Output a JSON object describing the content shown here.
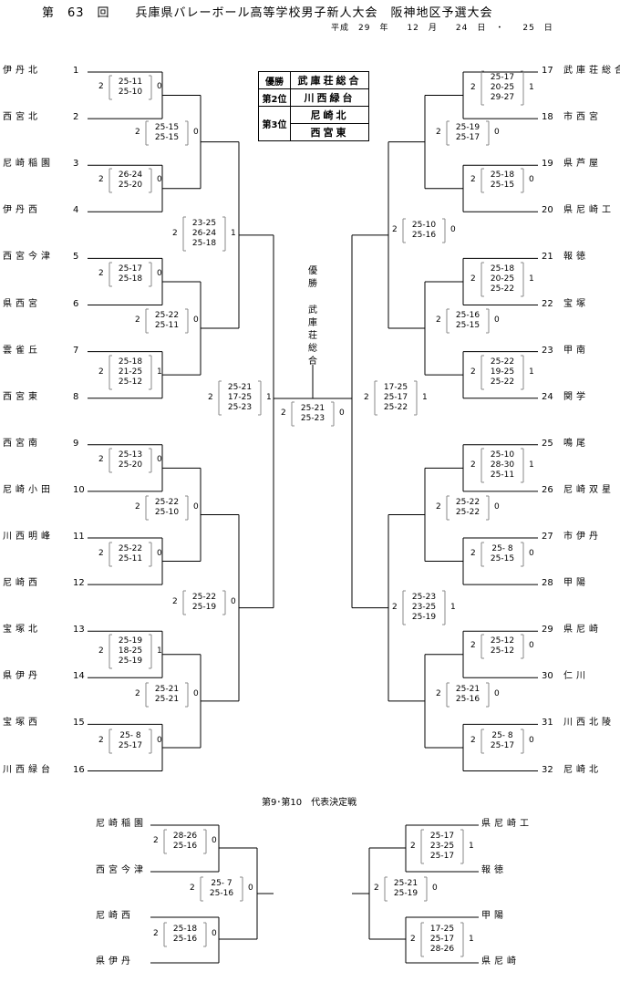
{
  "header": {
    "title": "第　63　回　　兵庫県バレーボール高等学校男子新人大会　阪神地区予選大会",
    "date": "平成　29　年　　12　月　　24　日　・　　25　日"
  },
  "results": {
    "first_label": "優勝",
    "first": "武庫荘総合",
    "second_label": "第2位",
    "second": "川西緑台",
    "third_label": "第3位",
    "third_a": "尼崎北",
    "third_b": "西宮東"
  },
  "champion_vertical": {
    "label": "優勝",
    "team": "武庫荘総合"
  },
  "left_teams": [
    "伊丹北",
    "西宮北",
    "尼崎稲園",
    "伊丹西",
    "西宮今津",
    "県西宮",
    "雲雀丘",
    "西宮東",
    "西宮南",
    "尼崎小田",
    "川西明峰",
    "尼崎西",
    "宝塚北",
    "県伊丹",
    "宝塚西",
    "川西緑台"
  ],
  "left_seeds": [
    "1",
    "2",
    "3",
    "4",
    "5",
    "6",
    "7",
    "8",
    "9",
    "10",
    "11",
    "12",
    "13",
    "14",
    "15",
    "16"
  ],
  "right_teams": [
    "武庫荘総合",
    "市西宮",
    "県芦屋",
    "県尼崎工",
    "報徳",
    "宝塚",
    "甲南",
    "関学",
    "鳴尾",
    "尼崎双星",
    "市伊丹",
    "甲陽",
    "県尼崎",
    "仁川",
    "川西北陵",
    "尼崎北"
  ],
  "right_seeds": [
    "17",
    "18",
    "19",
    "20",
    "21",
    "22",
    "23",
    "24",
    "25",
    "26",
    "27",
    "28",
    "29",
    "30",
    "31",
    "32"
  ],
  "matches": [
    {
      "l": "2",
      "sets": "25-11\n25-10",
      "r": "0"
    },
    {
      "l": "2",
      "sets": "25-15\n25-15",
      "r": "0"
    },
    {
      "l": "2",
      "sets": "26-24\n25-20",
      "r": "0"
    },
    {
      "l": "2",
      "sets": "23-25\n26-24\n25-18",
      "r": "1"
    },
    {
      "l": "2",
      "sets": "25-17\n25-18",
      "r": "0"
    },
    {
      "l": "2",
      "sets": "25-22\n25-11",
      "r": "0"
    },
    {
      "l": "2",
      "sets": "25-18\n21-25\n25-12",
      "r": "1"
    },
    {
      "l": "2",
      "sets": "25-21\n17-25\n25-23",
      "r": "1"
    },
    {
      "l": "2",
      "sets": "25-21\n25-23",
      "r": "0"
    },
    {
      "l": "2",
      "sets": "25-13\n25-20",
      "r": "0"
    },
    {
      "l": "2",
      "sets": "25-22\n25-10",
      "r": "0"
    },
    {
      "l": "2",
      "sets": "25-22\n25-11",
      "r": "0"
    },
    {
      "l": "2",
      "sets": "25-22\n25-19",
      "r": "0"
    },
    {
      "l": "2",
      "sets": "25-19\n18-25\n25-19",
      "r": "1"
    },
    {
      "l": "2",
      "sets": "25-21\n25-21",
      "r": "0"
    },
    {
      "l": "2",
      "sets": "25- 8\n25-17",
      "r": "0"
    },
    {
      "l": "2",
      "sets": "25-17\n20-25\n29-27",
      "r": "1"
    },
    {
      "l": "2",
      "sets": "25-19\n25-17",
      "r": "0"
    },
    {
      "l": "2",
      "sets": "25-18\n25-15",
      "r": "0"
    },
    {
      "l": "2",
      "sets": "25-10\n25-16",
      "r": "0"
    },
    {
      "l": "2",
      "sets": "25-18\n20-25\n25-22",
      "r": "1"
    },
    {
      "l": "2",
      "sets": "25-16\n25-15",
      "r": "0"
    },
    {
      "l": "2",
      "sets": "25-22\n19-25\n25-22",
      "r": "1"
    },
    {
      "l": "2",
      "sets": "17-25\n25-17\n25-22",
      "r": "1"
    },
    {
      "l": "2",
      "sets": "25-10\n28-30\n25-11",
      "r": "1"
    },
    {
      "l": "2",
      "sets": "25-22\n25-22",
      "r": "0"
    },
    {
      "l": "2",
      "sets": "25- 8\n25-15",
      "r": "0"
    },
    {
      "l": "2",
      "sets": "25-23\n23-25\n25-19",
      "r": "1"
    },
    {
      "l": "2",
      "sets": "25-12\n25-12",
      "r": "0"
    },
    {
      "l": "2",
      "sets": "25-21\n25-16",
      "r": "0"
    },
    {
      "l": "2",
      "sets": "25- 8\n25-17",
      "r": "0"
    }
  ],
  "playoff": {
    "title": "第9･第10　代表決定戦",
    "left_teams": [
      "尼崎稲園",
      "西宮今津",
      "尼崎西",
      "県伊丹"
    ],
    "right_teams": [
      "県尼崎工",
      "報徳",
      "甲陽",
      "県尼崎"
    ],
    "matches": [
      {
        "l": "2",
        "sets": "28-26\n25-16",
        "r": "0"
      },
      {
        "l": "2",
        "sets": "25- 7\n25-16",
        "r": "0"
      },
      {
        "l": "2",
        "sets": "25-18\n25-16",
        "r": "0"
      },
      {
        "l": "2",
        "sets": "25-17\n23-25\n25-17",
        "r": "1"
      },
      {
        "l": "2",
        "sets": "25-21\n25-19",
        "r": "0"
      },
      {
        "l": "2",
        "sets": "17-25\n25-17\n28-26",
        "r": "1"
      }
    ]
  }
}
